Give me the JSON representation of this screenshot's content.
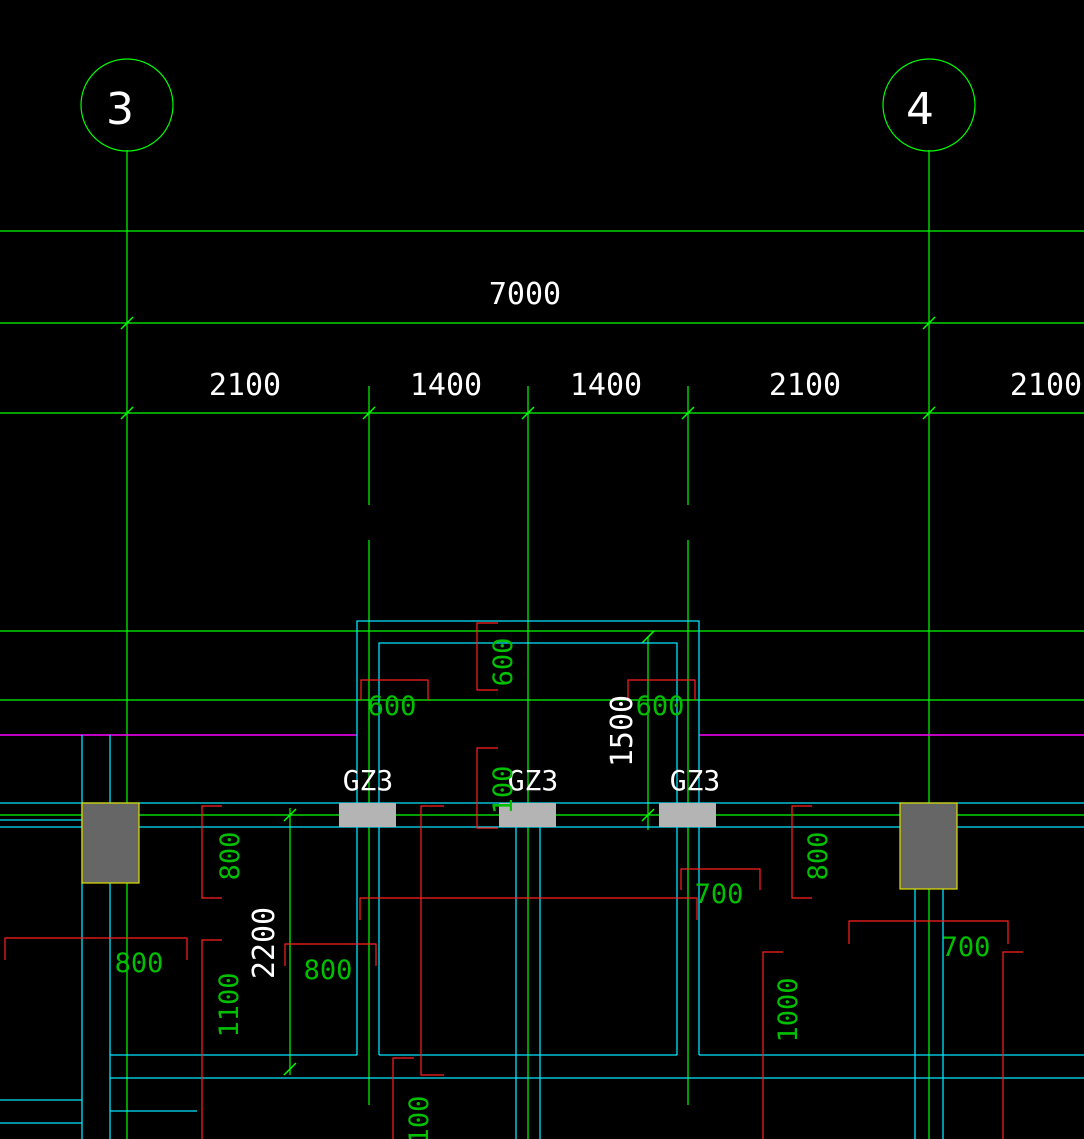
{
  "axes": [
    {
      "label": "3"
    },
    {
      "label": "4"
    }
  ],
  "dimensions": {
    "overall": "7000",
    "segments": [
      "2100",
      "1400",
      "1400",
      "2100",
      "2100"
    ],
    "vertical_1500": "1500",
    "vertical_2200": "2200"
  },
  "column_tags": [
    "GZ3",
    "GZ3",
    "GZ3"
  ],
  "rebar_labels": {
    "l600_top": "600",
    "l600_left": "600",
    "l600_right": "600",
    "l100_mid": "100",
    "l800_left_v": "800",
    "l800_right_v": "800",
    "l700_a": "700",
    "l700_b": "700",
    "l800_h1": "800",
    "l800_h2": "800",
    "l1100_v": "1100",
    "l1000_v": "1000",
    "l100_bottom": "100"
  },
  "colors": {
    "background": "#000000",
    "axis_line": "#00ff00",
    "wall": "#00ffff",
    "rebar": "#ff0000",
    "magenta": "#ff00ff",
    "column_fill": "#666666",
    "gz_fill": "#b4b4b4",
    "text_white": "#ffffff",
    "text_green": "#00c000"
  }
}
